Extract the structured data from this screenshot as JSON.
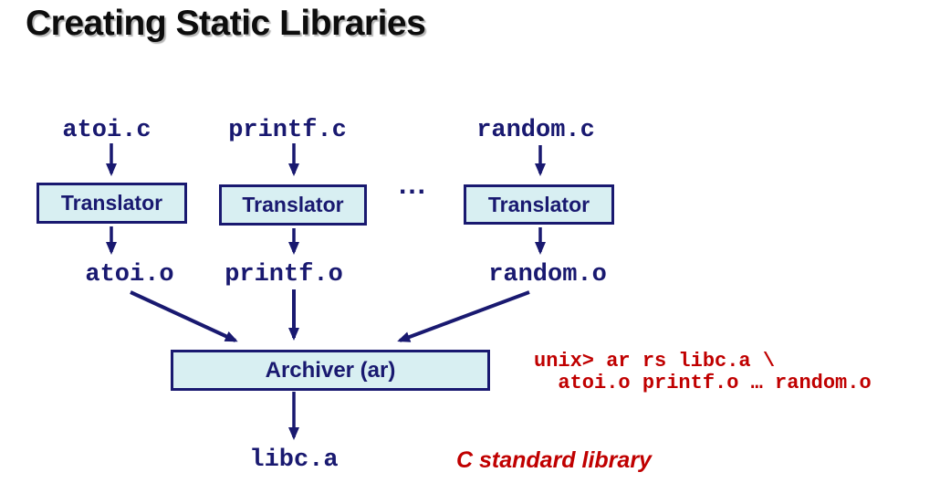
{
  "slide": {
    "title": "Creating Static Libraries",
    "colors": {
      "navy": "#191970",
      "box_fill": "#d8eff2",
      "red": "#c00000",
      "title_black": "#0d0d0d",
      "background": "#ffffff"
    }
  },
  "diagram": {
    "sources": [
      {
        "label": "atoi.c"
      },
      {
        "label": "printf.c"
      },
      {
        "label": "random.c"
      }
    ],
    "translators": [
      {
        "label": "Translator"
      },
      {
        "label": "Translator"
      },
      {
        "label": "Translator"
      }
    ],
    "ellipsis": "...",
    "objects": [
      {
        "label": "atoi.o"
      },
      {
        "label": "printf.o"
      },
      {
        "label": "random.o"
      }
    ],
    "archiver": {
      "label": "Archiver (ar)"
    },
    "output": {
      "label": "libc.a"
    },
    "command": {
      "line1": "unix> ar rs libc.a \\",
      "line2": "  atoi.o printf.o … random.o"
    },
    "caption": "C standard library"
  }
}
